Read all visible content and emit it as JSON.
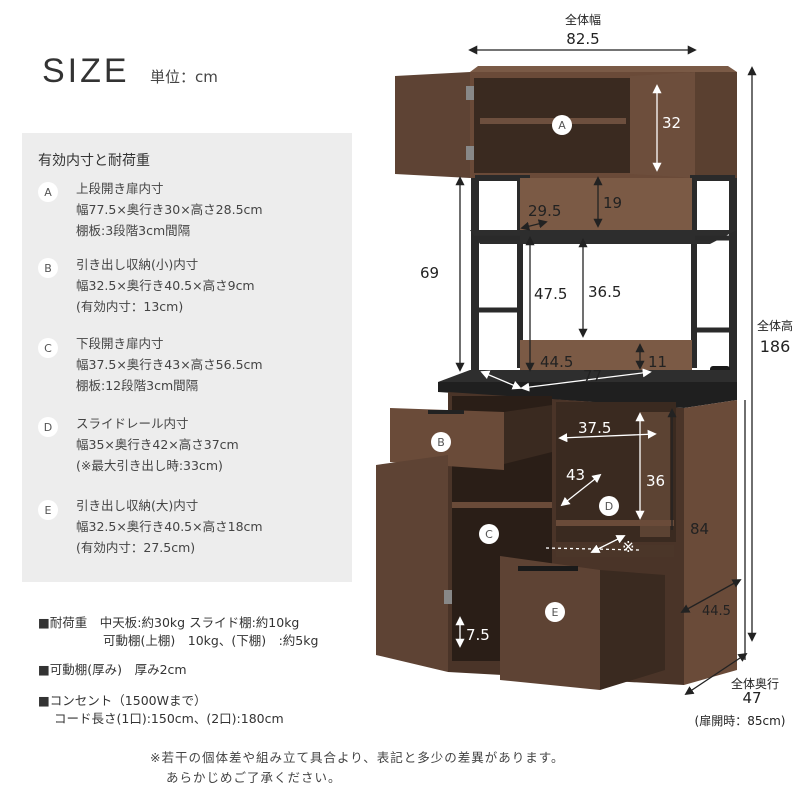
{
  "header": {
    "title": "SIZE",
    "unit": "単位：cm"
  },
  "panel": {
    "heading": "有効内寸と耐荷重",
    "items": [
      {
        "letter": "A",
        "lines": [
          "上段開き扉内寸",
          "幅77.5×奥行き30×高さ28.5cm",
          "棚板:3段階3cm間隔"
        ]
      },
      {
        "letter": "B",
        "lines": [
          "引き出し収納(小)内寸",
          "幅32.5×奥行き40.5×高さ9cm",
          "(有効内寸：13cm)"
        ]
      },
      {
        "letter": "C",
        "lines": [
          "下段開き扉内寸",
          "幅37.5×奥行き43×高さ56.5cm",
          "棚板:12段階3cm間隔"
        ]
      },
      {
        "letter": "D",
        "lines": [
          "スライドレール内寸",
          "幅35×奥行き42×高さ37cm",
          "(※最大引き出し時:33cm)"
        ]
      },
      {
        "letter": "E",
        "lines": [
          "引き出し収納(大)内寸",
          "幅32.5×奥行き40.5×高さ18cm",
          "(有効内寸：27.5cm)"
        ]
      }
    ]
  },
  "notes": {
    "load_line1": "■耐荷重　中天板:約30kg スライド棚:約10kg",
    "load_line2": "可動棚(上棚)　10kg、(下棚)　:約5kg",
    "shelf_thickness": "■可動棚(厚み)　厚み2cm",
    "outlet_line1": "■コンセント（1500Wまで）",
    "outlet_line2": "コード長さ(1口):150cm、(2口):180cm"
  },
  "footnote": {
    "line1": "※若干の個体差や組み立て具合より、表記と多少の差異があります。",
    "line2": "あらかじめご了承ください。"
  },
  "dimensions": {
    "overall_width_label": "全体幅",
    "overall_width": "82.5",
    "overall_height_label": "全体高",
    "overall_height": "186",
    "overall_depth_label": "全体奥行",
    "overall_depth": "47",
    "depth_open": "(扉開時：85cm)",
    "top_cabinet_height": "32",
    "rack_height": "69",
    "gap_top": "19",
    "shelf_depth": "29.5",
    "rack_inner_47_5": "47.5",
    "rack_inner_36_5": "36.5",
    "backboard_11": "11",
    "counter_depth": "44.5",
    "counter_width": "77",
    "slide_width": "37.5",
    "slide_depth": "43",
    "slide_height": "36",
    "lower_height": "84",
    "lower_depth": "44.5",
    "bottom_gap": "7.5",
    "mark": "※"
  },
  "labels": [
    "A",
    "B",
    "C",
    "D",
    "E"
  ],
  "colors": {
    "wood": "#5b4132",
    "wood_dark": "#4a3428",
    "metal": "#2a2a2a",
    "panel_bg": "#ededed"
  }
}
